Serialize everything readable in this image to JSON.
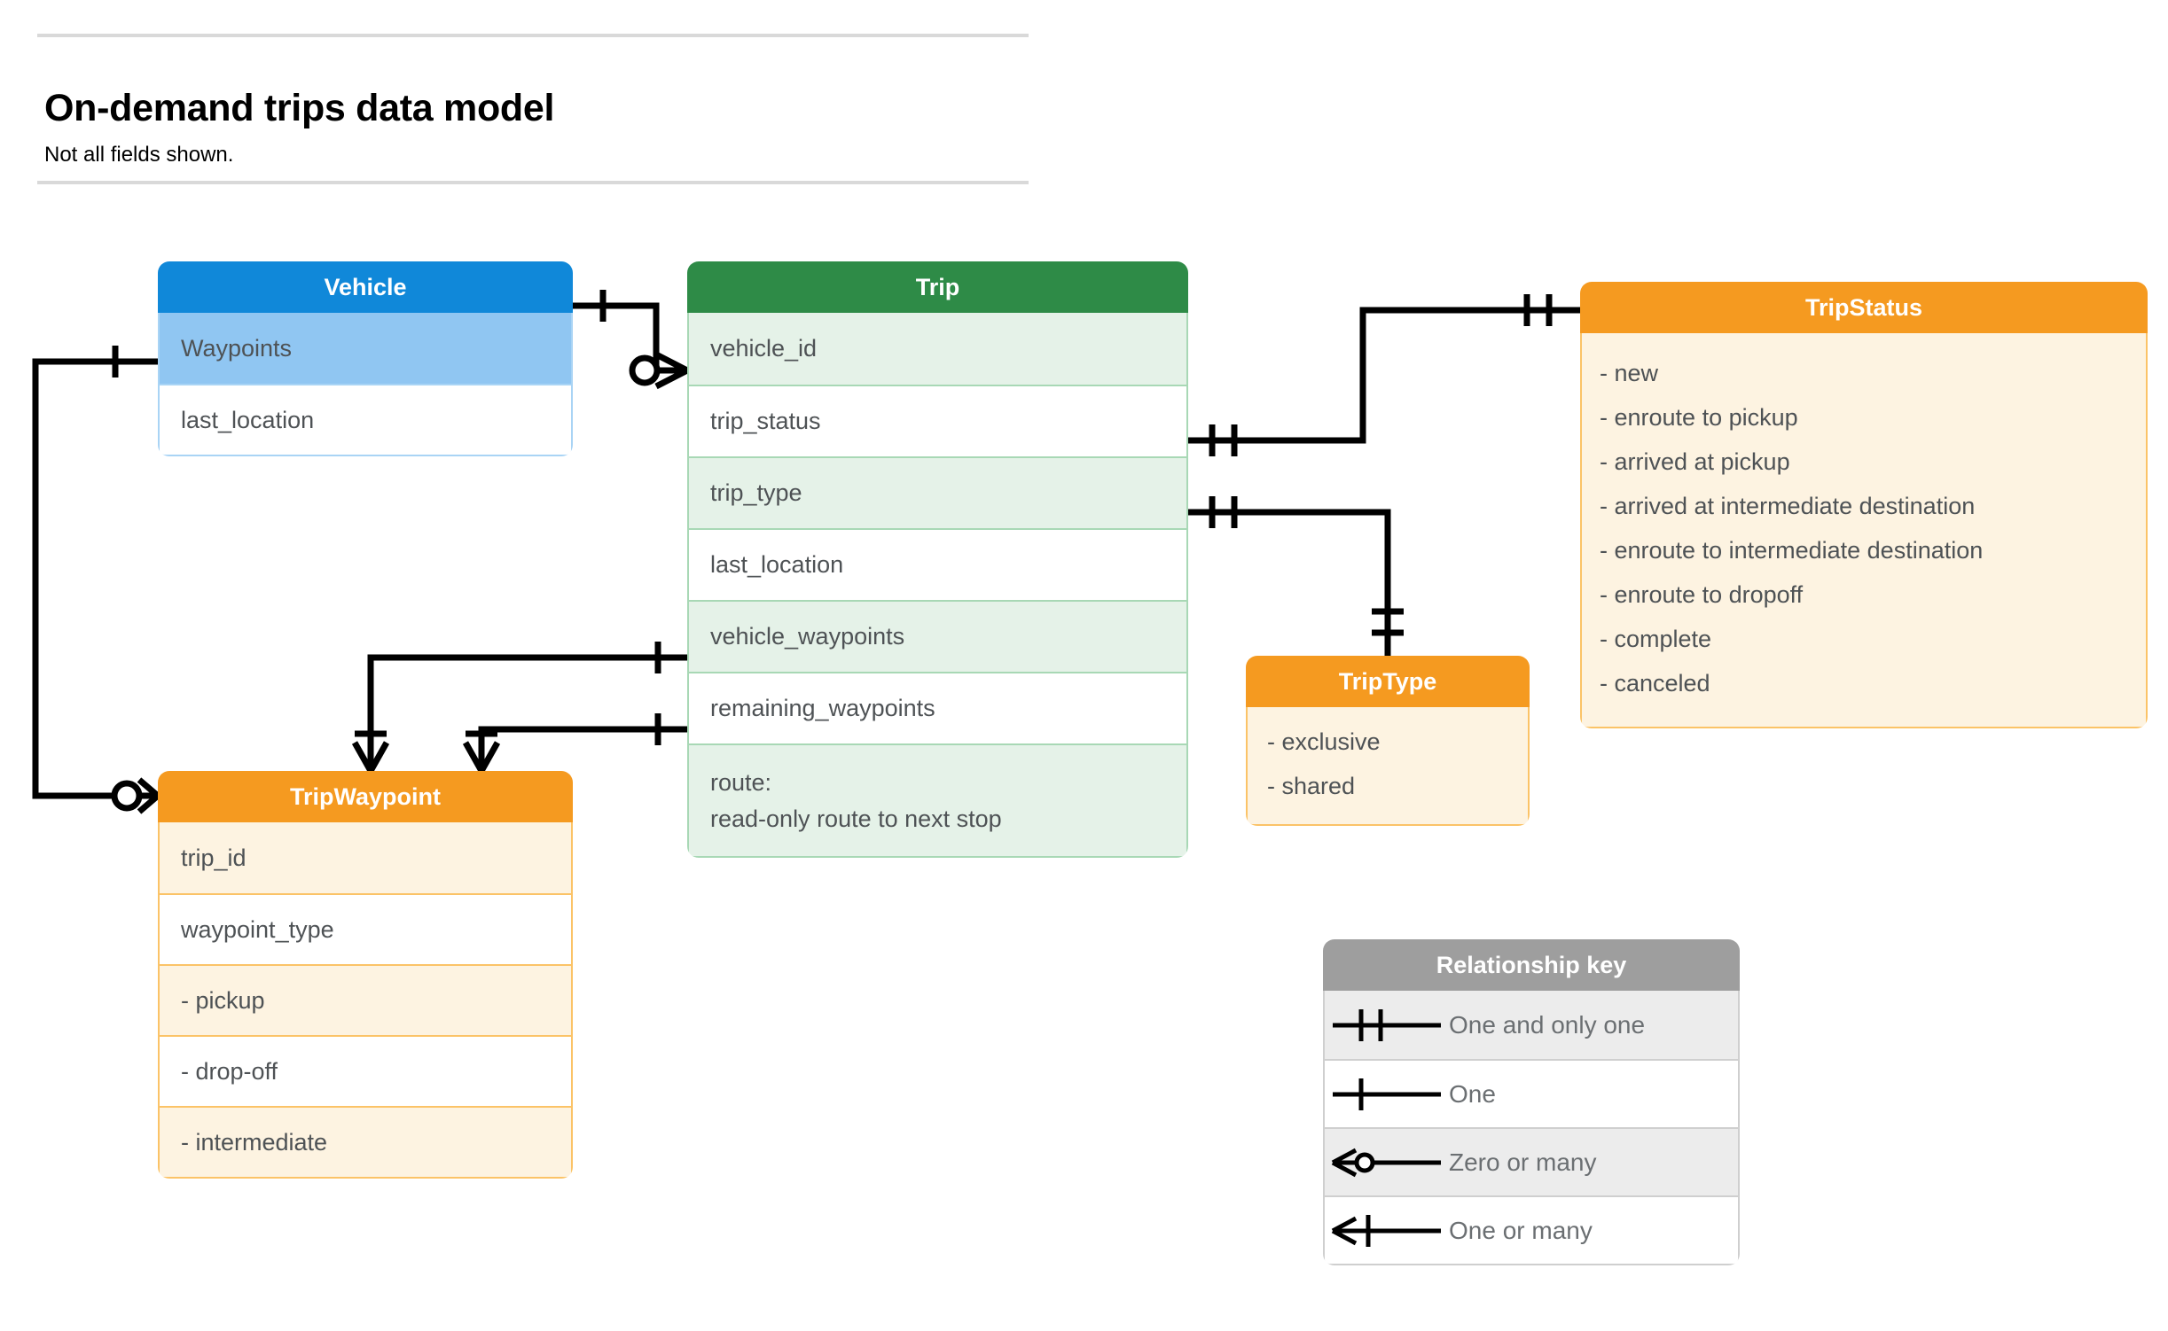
{
  "header": {
    "title": "On-demand trips data model",
    "subtitle": "Not all fields shown."
  },
  "entities": {
    "vehicle": {
      "name": "Vehicle",
      "color": "#1088d9",
      "fields": [
        {
          "label": "Waypoints"
        },
        {
          "label": "last_location"
        }
      ]
    },
    "trip": {
      "name": "Trip",
      "color": "#2e8b47",
      "fields": [
        {
          "label": "vehicle_id"
        },
        {
          "label": "trip_status"
        },
        {
          "label": "trip_type"
        },
        {
          "label": "last_location"
        },
        {
          "label": "vehicle_waypoints"
        },
        {
          "label": "remaining_waypoints"
        }
      ],
      "route_line1": "route:",
      "route_line2": "read-only route to next stop"
    },
    "tripstatus": {
      "name": "TripStatus",
      "color": "#f59a20",
      "values": [
        "- new",
        "- enroute to pickup",
        "- arrived at pickup",
        "- arrived at intermediate destination",
        "- enroute to intermediate destination",
        "- enroute to dropoff",
        "- complete",
        "- canceled"
      ]
    },
    "triptype": {
      "name": "TripType",
      "color": "#f59a20",
      "values": [
        "- exclusive",
        "- shared"
      ]
    },
    "tripwaypoint": {
      "name": "TripWaypoint",
      "color": "#f59a20",
      "fields": [
        {
          "label": "trip_id"
        },
        {
          "label": "waypoint_type"
        },
        {
          "label": "  -  pickup"
        },
        {
          "label": "  -  drop-off"
        },
        {
          "label": "  -  intermediate"
        }
      ]
    }
  },
  "legend": {
    "title": "Relationship key",
    "rows": [
      {
        "symbol": "one-and-only-one-icon",
        "label": "One and only one"
      },
      {
        "symbol": "one-icon",
        "label": "One"
      },
      {
        "symbol": "zero-or-many-icon",
        "label": "Zero or many"
      },
      {
        "symbol": "one-or-many-icon",
        "label": "One or many"
      }
    ]
  },
  "relationships": [
    {
      "from": "Vehicle",
      "to": "Trip.vehicle_id",
      "from_card": "one",
      "to_card": "zero-or-many"
    },
    {
      "from": "Vehicle.Waypoints",
      "to": "TripWaypoint",
      "from_card": "one",
      "to_card": "zero-or-many"
    },
    {
      "from": "Trip.trip_status",
      "to": "TripStatus",
      "from_card": "one-and-only-one",
      "to_card": "one-and-only-one"
    },
    {
      "from": "Trip.trip_type",
      "to": "TripType",
      "from_card": "one-and-only-one",
      "to_card": "one-and-only-one"
    },
    {
      "from": "Trip.vehicle_waypoints",
      "to": "TripWaypoint",
      "from_card": "one",
      "to_card": "one-or-many"
    },
    {
      "from": "Trip.remaining_waypoints",
      "to": "TripWaypoint",
      "from_card": "one",
      "to_card": "one-or-many"
    }
  ]
}
